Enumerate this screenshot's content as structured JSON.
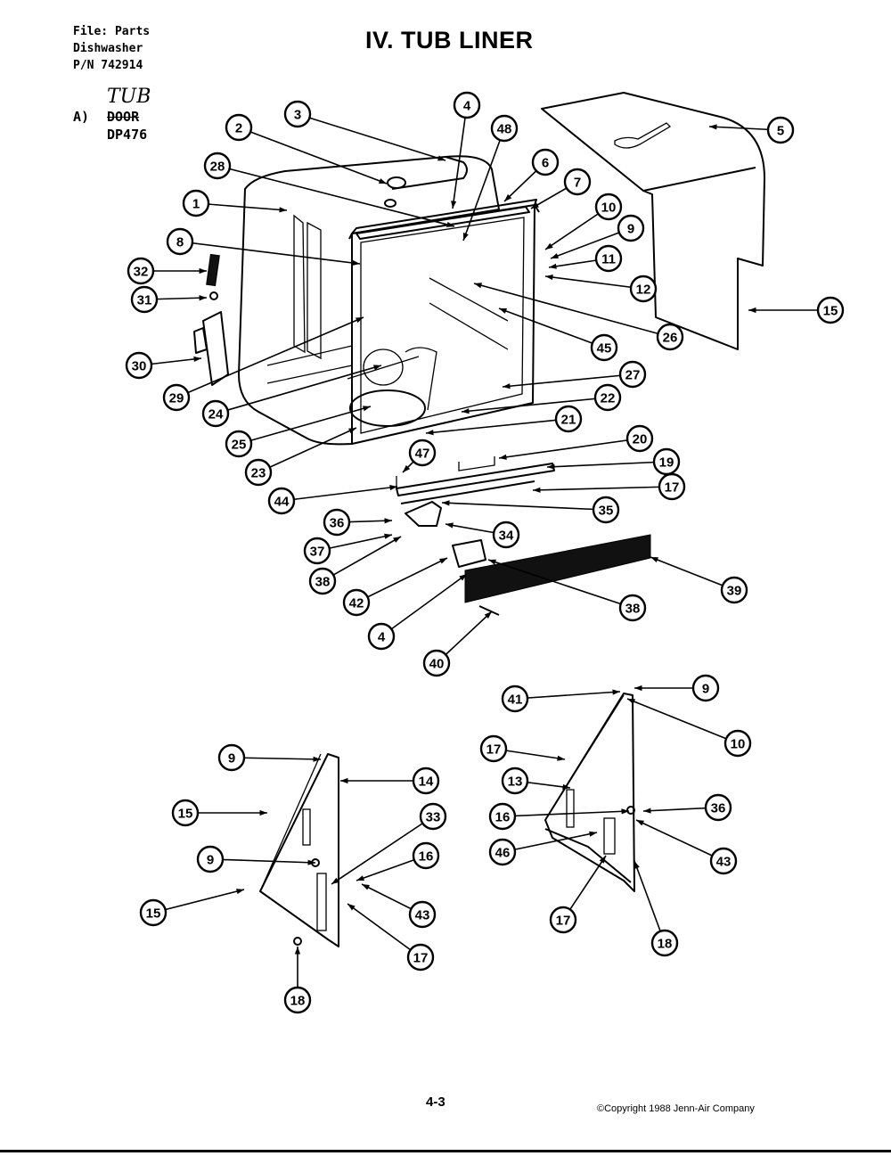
{
  "file_header": [
    "File: Parts",
    "Dishwasher",
    "P/N 742914"
  ],
  "title": "IV.  TUB LINER",
  "model_block": {
    "section_letter": "A)",
    "handwritten": "TUB",
    "struck_text": "DOOR",
    "model": "DP476"
  },
  "callouts": [
    {
      "label": "1"
    },
    {
      "label": "2"
    },
    {
      "label": "3"
    },
    {
      "label": "4"
    },
    {
      "label": "48"
    },
    {
      "label": "5"
    },
    {
      "label": "6"
    },
    {
      "label": "7"
    },
    {
      "label": "10"
    },
    {
      "label": "9"
    },
    {
      "label": "11"
    },
    {
      "label": "12"
    },
    {
      "label": "15"
    },
    {
      "label": "26"
    },
    {
      "label": "28"
    },
    {
      "label": "8"
    },
    {
      "label": "32"
    },
    {
      "label": "31"
    },
    {
      "label": "30"
    },
    {
      "label": "29"
    },
    {
      "label": "24"
    },
    {
      "label": "25"
    },
    {
      "label": "23"
    },
    {
      "label": "45"
    },
    {
      "label": "27"
    },
    {
      "label": "22"
    },
    {
      "label": "21"
    },
    {
      "label": "20"
    },
    {
      "label": "19"
    },
    {
      "label": "17"
    },
    {
      "label": "47"
    },
    {
      "label": "44"
    },
    {
      "label": "35"
    },
    {
      "label": "36"
    },
    {
      "label": "34"
    },
    {
      "label": "37"
    },
    {
      "label": "38"
    },
    {
      "label": "42"
    },
    {
      "label": "39"
    },
    {
      "label": "38"
    },
    {
      "label": "4"
    },
    {
      "label": "40"
    },
    {
      "label": "41"
    },
    {
      "label": "9"
    },
    {
      "label": "10"
    },
    {
      "label": "17"
    },
    {
      "label": "13"
    },
    {
      "label": "16"
    },
    {
      "label": "36"
    },
    {
      "label": "46"
    },
    {
      "label": "43"
    },
    {
      "label": "17"
    },
    {
      "label": "18"
    },
    {
      "label": "9"
    },
    {
      "label": "14"
    },
    {
      "label": "15"
    },
    {
      "label": "33"
    },
    {
      "label": "9"
    },
    {
      "label": "16"
    },
    {
      "label": "15"
    },
    {
      "label": "43"
    },
    {
      "label": "17"
    },
    {
      "label": "18"
    }
  ],
  "page_number": "4-3",
  "copyright": "©Copyright 1988 Jenn-Air Company"
}
